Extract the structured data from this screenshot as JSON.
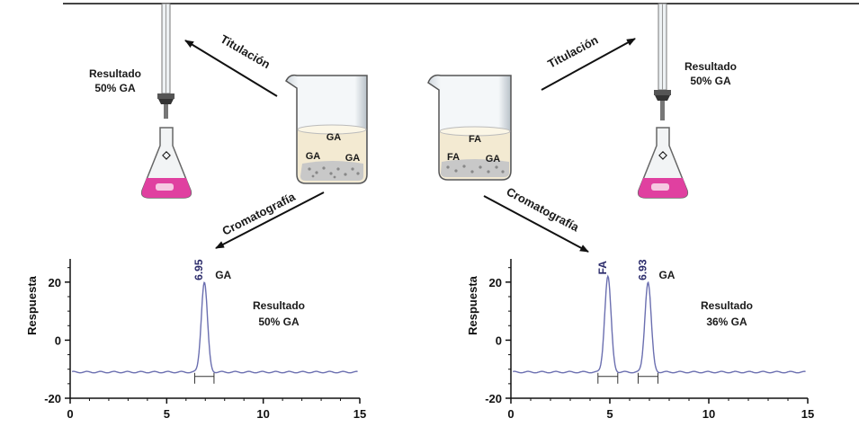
{
  "top_left": {
    "arrow_label": "Titulación",
    "result_line1": "Resultado",
    "result_line2": "50% GA"
  },
  "top_right": {
    "arrow_label": "Titulación",
    "result_line1": "Resultado",
    "result_line2": "50% GA"
  },
  "beaker_left": {
    "labels": [
      "GA",
      "GA",
      "GA"
    ]
  },
  "beaker_right": {
    "labels": [
      "FA",
      "FA",
      "GA"
    ]
  },
  "arrow_left_chrom": "Cromatografía",
  "arrow_right_chrom": "Cromatografía",
  "colors": {
    "trace": "#6b6fb0",
    "pink_solution": "#e040a0",
    "liquid": "#f3ead2",
    "line": "#111111"
  },
  "chart_data": [
    {
      "type": "line",
      "ylabel": "Respuesta",
      "xlabel": "",
      "xlim": [
        0,
        15
      ],
      "ylim": [
        -20,
        28
      ],
      "xticks": [
        "0",
        "5",
        "10",
        "15"
      ],
      "yticks": [
        "20",
        "0",
        "-20"
      ],
      "peaks": [
        {
          "label": "6.95",
          "name": "GA",
          "x": 6.95,
          "height": 20
        }
      ],
      "baseline": -11,
      "result_line1": "Resultado",
      "result_line2": "50% GA"
    },
    {
      "type": "line",
      "ylabel": "Respuesta",
      "xlabel": "",
      "xlim": [
        0,
        15
      ],
      "ylim": [
        -20,
        28
      ],
      "xticks": [
        "0",
        "5",
        "10",
        "15"
      ],
      "yticks": [
        "20",
        "0",
        "-20"
      ],
      "peaks": [
        {
          "label": "FA",
          "name": "",
          "x": 4.9,
          "height": 22
        },
        {
          "label": "6.93",
          "name": "GA",
          "x": 6.93,
          "height": 20
        }
      ],
      "baseline": -11,
      "result_line1": "Resultado",
      "result_line2": "36% GA"
    }
  ]
}
